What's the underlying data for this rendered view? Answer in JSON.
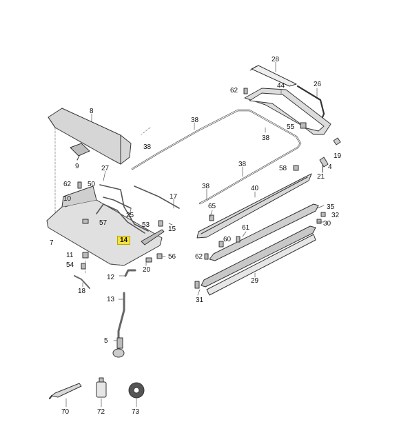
{
  "diagram": {
    "highlighted_part": "14",
    "callouts": [
      {
        "id": "c28",
        "label": "28"
      },
      {
        "id": "c62a",
        "label": "62"
      },
      {
        "id": "c44",
        "label": "44"
      },
      {
        "id": "c26",
        "label": "26"
      },
      {
        "id": "c8",
        "label": "8"
      },
      {
        "id": "c38a",
        "label": "38"
      },
      {
        "id": "c55",
        "label": "55"
      },
      {
        "id": "c38b",
        "label": "38"
      },
      {
        "id": "c38c",
        "label": "38"
      },
      {
        "id": "c9",
        "label": "9"
      },
      {
        "id": "c19",
        "label": "19"
      },
      {
        "id": "c4",
        "label": "4"
      },
      {
        "id": "c27",
        "label": "27"
      },
      {
        "id": "c38d",
        "label": "38"
      },
      {
        "id": "c58",
        "label": "58"
      },
      {
        "id": "c21",
        "label": "21"
      },
      {
        "id": "c62b",
        "label": "62"
      },
      {
        "id": "c50",
        "label": "50"
      },
      {
        "id": "c38e",
        "label": "38"
      },
      {
        "id": "c40",
        "label": "40"
      },
      {
        "id": "c10",
        "label": "10"
      },
      {
        "id": "c17",
        "label": "17"
      },
      {
        "id": "c65",
        "label": "65"
      },
      {
        "id": "c35",
        "label": "35"
      },
      {
        "id": "c32",
        "label": "32"
      },
      {
        "id": "c57",
        "label": "57"
      },
      {
        "id": "c25",
        "label": "25"
      },
      {
        "id": "c53",
        "label": "53"
      },
      {
        "id": "c15",
        "label": "15"
      },
      {
        "id": "c30",
        "label": "30"
      },
      {
        "id": "c7",
        "label": "7"
      },
      {
        "id": "c14",
        "label": "14"
      },
      {
        "id": "c61",
        "label": "61"
      },
      {
        "id": "c60",
        "label": "60"
      },
      {
        "id": "c11",
        "label": "11"
      },
      {
        "id": "c56",
        "label": "56"
      },
      {
        "id": "c62c",
        "label": "62"
      },
      {
        "id": "c54",
        "label": "54"
      },
      {
        "id": "c20",
        "label": "20"
      },
      {
        "id": "c12",
        "label": "12"
      },
      {
        "id": "c29",
        "label": "29"
      },
      {
        "id": "c18",
        "label": "18"
      },
      {
        "id": "c31",
        "label": "31"
      },
      {
        "id": "c13",
        "label": "13"
      },
      {
        "id": "c5",
        "label": "5"
      },
      {
        "id": "c70",
        "label": "70"
      },
      {
        "id": "c72",
        "label": "72"
      },
      {
        "id": "c73",
        "label": "73"
      }
    ]
  }
}
